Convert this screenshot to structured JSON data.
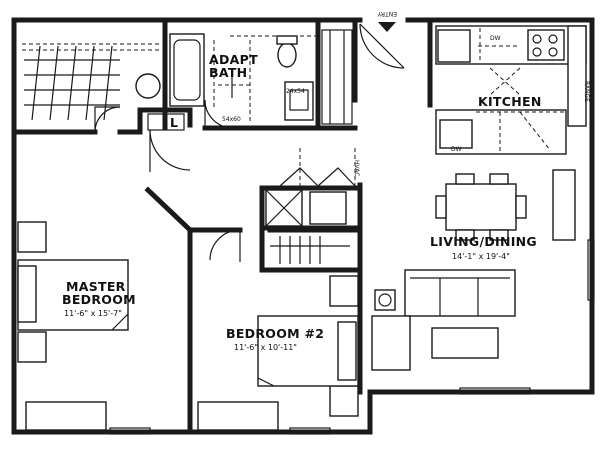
{
  "rooms": {
    "master": {
      "line1": "MASTER",
      "line2": "BEDROOM",
      "dims": "11'-6\" x 15'-7\""
    },
    "bedroom2": {
      "name": "BEDROOM #2",
      "dims": "11'-6\" x 10'-11\""
    },
    "living": {
      "name": "LIVING/DINING",
      "dims": "14'-1\" x 19'-4\""
    },
    "kitchen": {
      "name": "KITCHEN"
    },
    "bath": {
      "line1": "ADAPT",
      "line2": "BATH",
      "tub": "54x60",
      "vanity": "24x54"
    }
  },
  "labels": {
    "entry": "ENTRY",
    "linen": "L",
    "range": "RANGE",
    "dw": "DW",
    "dw2": "DW",
    "hvac": "HVAC"
  },
  "colors": {
    "line": "#1a1a1a",
    "background": "#ffffff"
  }
}
